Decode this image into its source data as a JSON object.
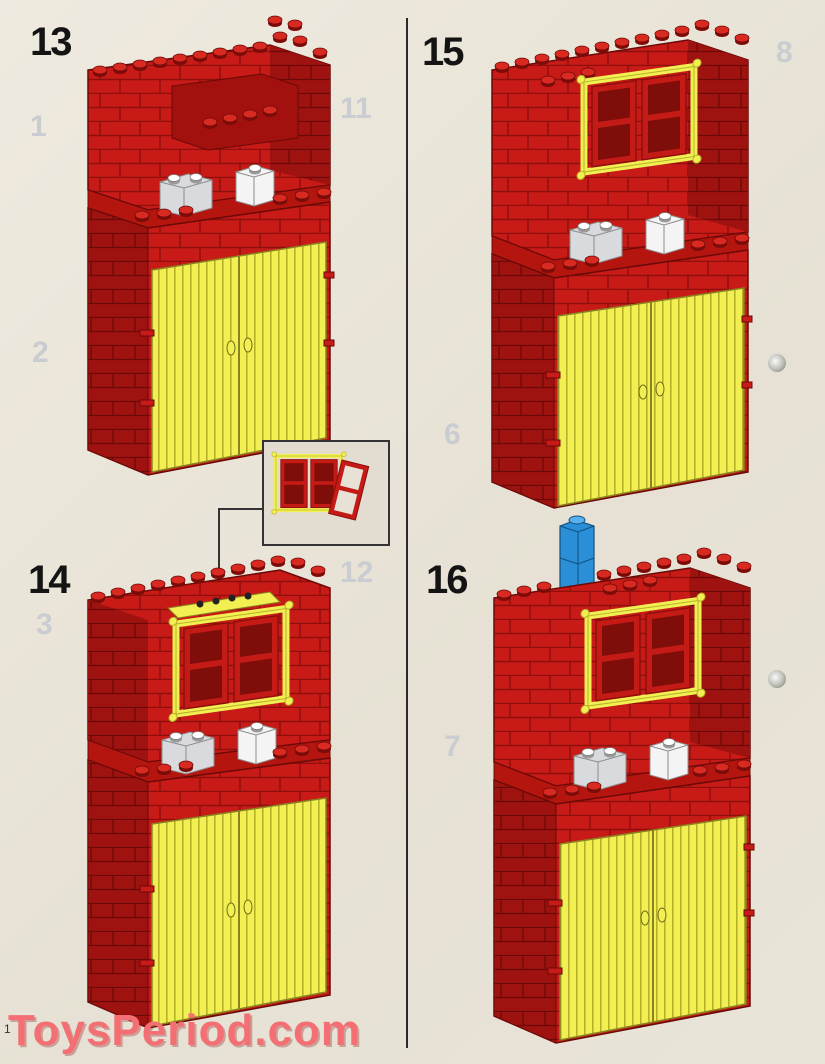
{
  "steps": [
    {
      "number": "13"
    },
    {
      "number": "14"
    },
    {
      "number": "15"
    },
    {
      "number": "16"
    }
  ],
  "ghost_numbers": [
    "11",
    "12",
    "1",
    "2",
    "3",
    "6",
    "7",
    "8"
  ],
  "watermark": "ToysPeriod.com",
  "page_number": "1",
  "colors": {
    "brick_red": "#c81a16",
    "brick_red_dark": "#8e0f0c",
    "door_yellow": "#f2ef53",
    "door_yellow_dark": "#b7b12a",
    "window_red": "#c51b16",
    "white_brick": "#f2f2f2",
    "blue_brick": "#2a8fd6"
  }
}
